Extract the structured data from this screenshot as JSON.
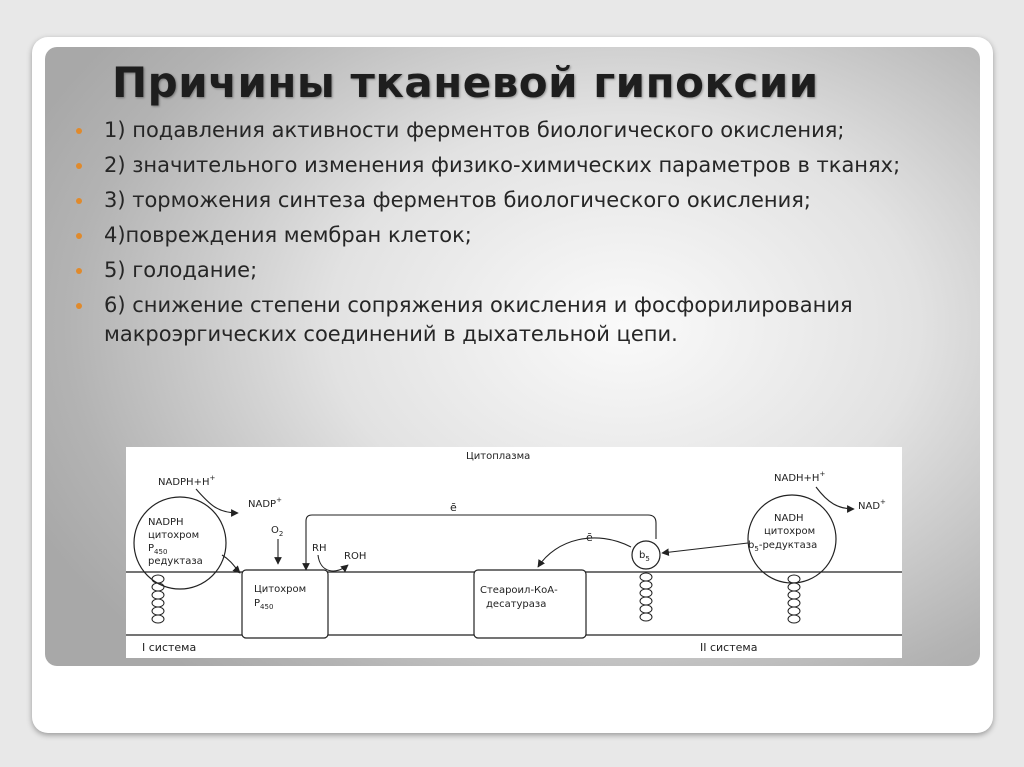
{
  "slide": {
    "title": "Причины тканевой гипоксии",
    "bullet_color": "#e08a2c",
    "items": [
      {
        "text": "1) подавления активности ферментов биологического окисления;"
      },
      {
        "text": "2) значительного изменения физико-химических параметров в тканях;"
      },
      {
        "text": "3) торможения синтеза ферментов биологического окисления;"
      },
      {
        "text": "4)повреждения мембран клеток;"
      },
      {
        "text": "5) голодание;"
      },
      {
        "text": "6) снижение степени сопряжения окисления и фосфорилирования макроэргических соединений в дыхательной цепи."
      }
    ]
  },
  "diagram": {
    "cytoplasm": "Цитоплазма",
    "nadph_h": "NADPH+H",
    "nadp": "NADP",
    "nadph_reductase": [
      "NADPH",
      "цитохром",
      "P",
      "редуктаза"
    ],
    "sub_450": "450",
    "o2": "O",
    "o2_sub": "2",
    "rh": "RH",
    "roh": "ROH",
    "electron_top": "ē",
    "electron_mid": "ē",
    "cytochrome_p450": [
      "Цитохром",
      "P"
    ],
    "desaturase": [
      "Стеароил-КоА-",
      "десатураза"
    ],
    "b5": "b",
    "b5_sub": "5",
    "nadh_h": "NADH+H",
    "nad": "NAD",
    "nadh_reductase": [
      "NADH",
      "цитохром",
      "b",
      "редуктаза"
    ],
    "system1": "I система",
    "system2": "II система",
    "plus": "+"
  }
}
